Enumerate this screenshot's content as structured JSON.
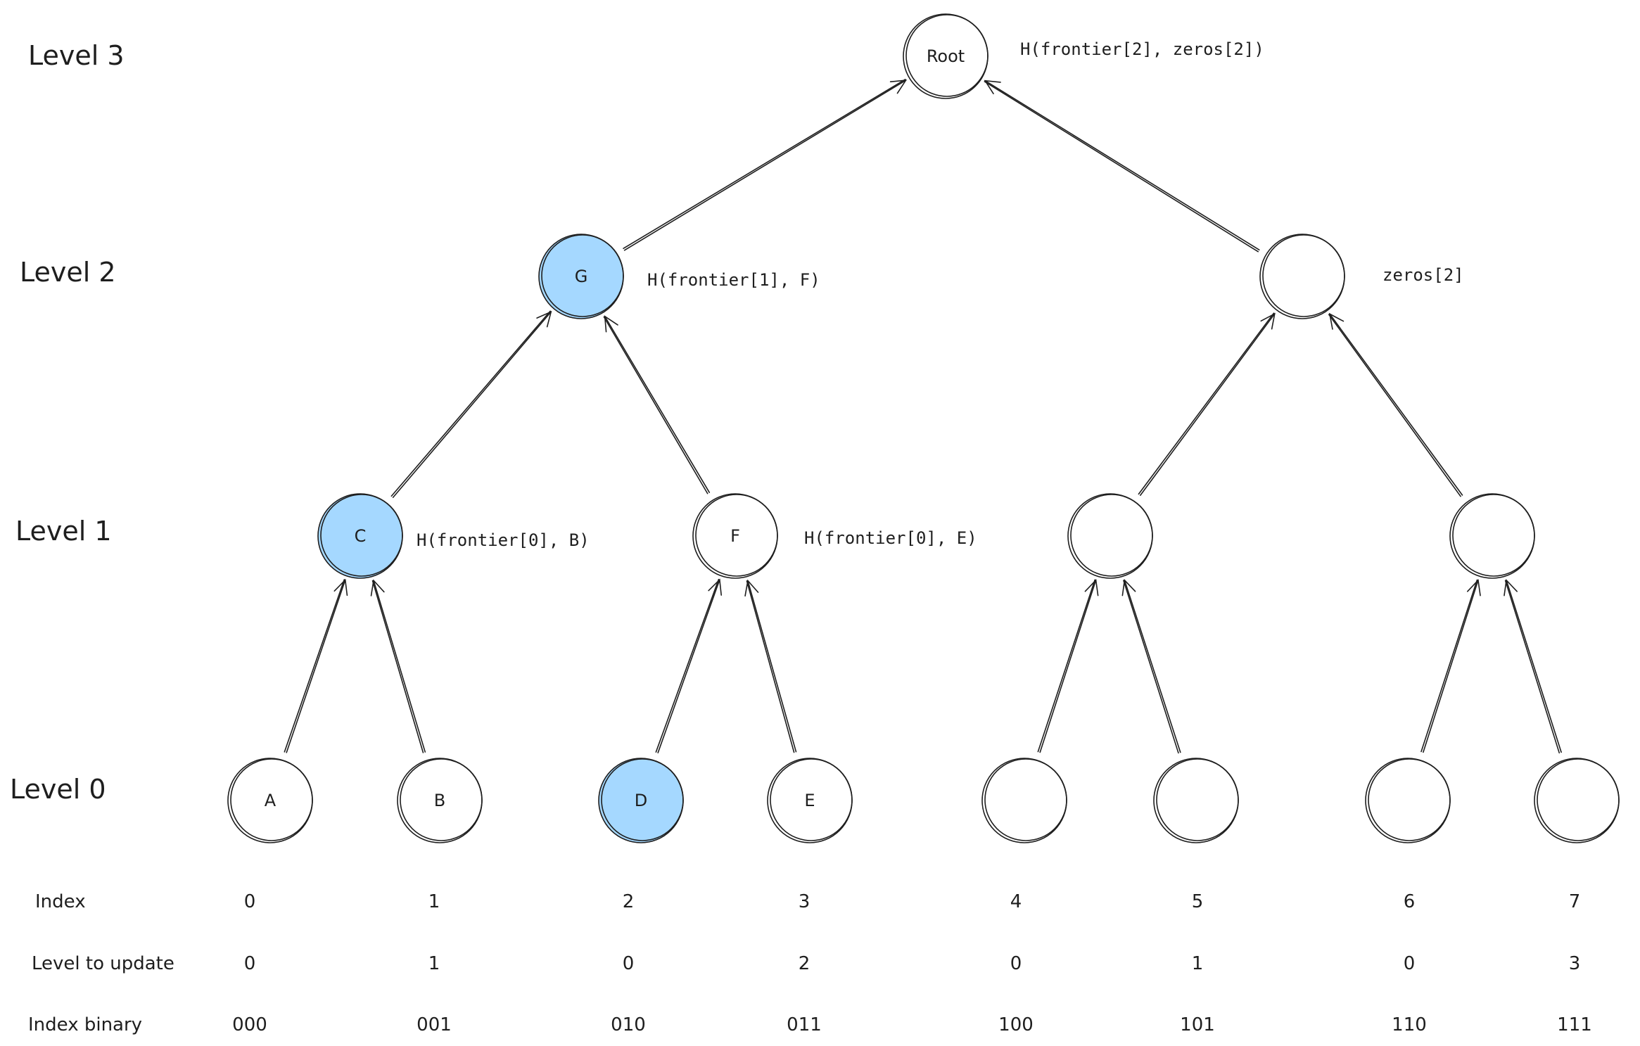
{
  "colors": {
    "highlight": "#a5d8ff",
    "stroke": "#1e1e1e",
    "background": "#ffffff"
  },
  "levels": [
    "Level 0",
    "Level 1",
    "Level 2",
    "Level 3"
  ],
  "nodes": [
    {
      "id": "root",
      "label": "Root",
      "note": "H(frontier[2], zeros[2])",
      "highlighted": false
    },
    {
      "id": "g",
      "label": "G",
      "note": "H(frontier[1], F)",
      "highlighted": true
    },
    {
      "id": "l2r",
      "label": "",
      "note": "zeros[2]",
      "highlighted": false
    },
    {
      "id": "c",
      "label": "C",
      "note": "H(frontier[0], B)",
      "highlighted": true
    },
    {
      "id": "f",
      "label": "F",
      "note": "H(frontier[0], E)",
      "highlighted": false
    },
    {
      "id": "l1c",
      "label": "",
      "note": "",
      "highlighted": false
    },
    {
      "id": "l1d",
      "label": "",
      "note": "",
      "highlighted": false
    },
    {
      "id": "a",
      "label": "A",
      "note": "",
      "highlighted": false
    },
    {
      "id": "b",
      "label": "B",
      "note": "",
      "highlighted": false
    },
    {
      "id": "d",
      "label": "D",
      "note": "",
      "highlighted": true
    },
    {
      "id": "e",
      "label": "E",
      "note": "",
      "highlighted": false
    },
    {
      "id": "l0e",
      "label": "",
      "note": "",
      "highlighted": false
    },
    {
      "id": "l0f",
      "label": "",
      "note": "",
      "highlighted": false
    },
    {
      "id": "l0g",
      "label": "",
      "note": "",
      "highlighted": false
    },
    {
      "id": "l0h",
      "label": "",
      "note": "",
      "highlighted": false
    }
  ],
  "edges": [
    {
      "from": "g",
      "to": "root"
    },
    {
      "from": "l2r",
      "to": "root"
    },
    {
      "from": "c",
      "to": "g"
    },
    {
      "from": "f",
      "to": "g"
    },
    {
      "from": "l1c",
      "to": "l2r"
    },
    {
      "from": "l1d",
      "to": "l2r"
    },
    {
      "from": "a",
      "to": "c"
    },
    {
      "from": "b",
      "to": "c"
    },
    {
      "from": "d",
      "to": "f"
    },
    {
      "from": "e",
      "to": "f"
    },
    {
      "from": "l0e",
      "to": "l1c"
    },
    {
      "from": "l0f",
      "to": "l1c"
    },
    {
      "from": "l0g",
      "to": "l1d"
    },
    {
      "from": "l0h",
      "to": "l1d"
    }
  ],
  "table": {
    "rows": [
      {
        "label": "Index",
        "values": [
          "0",
          "1",
          "2",
          "3",
          "4",
          "5",
          "6",
          "7"
        ]
      },
      {
        "label": "Level to update",
        "values": [
          "0",
          "1",
          "0",
          "2",
          "0",
          "1",
          "0",
          "3"
        ]
      },
      {
        "label": "Index binary",
        "values": [
          "000",
          "001",
          "010",
          "011",
          "100",
          "101",
          "110",
          "111"
        ]
      }
    ]
  }
}
